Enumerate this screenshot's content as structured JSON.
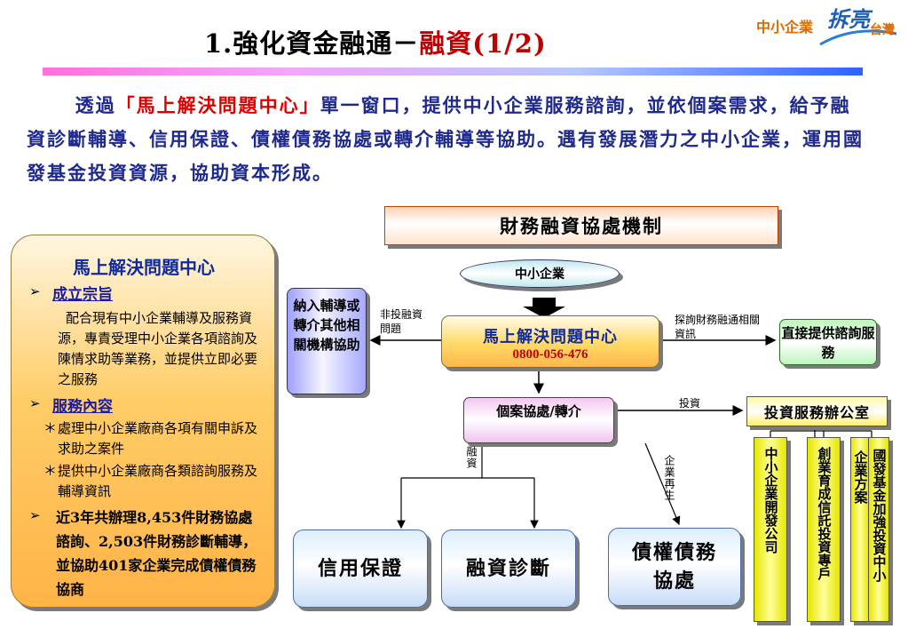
{
  "title": {
    "prefix": "1.強化資金融通－",
    "highlight": "融資(1/2)"
  },
  "logo": {
    "text_left": "中小企業",
    "text_script": "拆",
    "text_right": "台灣"
  },
  "intro": {
    "pre": "透過",
    "highlight": "「馬上解決問題中心」",
    "post": "單一窗口，提供中小企業服務諮詢，並依個案需求，給予融資診斷輔導、信用保證、債權債務協處或轉介輔導等協助。遇有發展潛力之中小企業，運用國發基金投資資源，協助資本形成。"
  },
  "mechanism_title": "財務融資協處機制",
  "panel": {
    "title": "馬上解決問題中心",
    "sections": [
      {
        "heading": "成立宗旨",
        "body": "配合現有中小企業輔導及服務資源，專責受理中小企業各項諮詢及陳情求助等業務，並提供立即必要之服務"
      },
      {
        "heading": "服務內容",
        "items": [
          "處理中小企業廠商各項有關申訴及求助之案件",
          "提供中小企業廠商各類諮詢服務及輔導資訊"
        ]
      }
    ],
    "stats": "近3年共辦理8,453件財務協處諮詢、2,503件財務診斷輔導，並協助401家企業完成債權債務協商",
    "bullet": "＊"
  },
  "flow": {
    "sme": "中小企業",
    "center_name": "馬上解決問題中心",
    "center_phone": "0800-056-476",
    "non_finance_label": "非投融資問題",
    "refer_box": "納入輔導或轉介其他相關機構協助",
    "inquiry_label": "探詢財務融通相關資訊",
    "direct_box": "直接提供諮詢服務",
    "case_box": "個案協處/轉介",
    "invest_label": "投資",
    "office_box": "投資服務辦公室",
    "investors": [
      "中小企業開發公司",
      "創業育成信託投資專戶",
      "企業方案",
      "國發基金加強投資中小"
    ],
    "finance_label": "融資",
    "rebirth_label": "企業再生",
    "outcomes": [
      "信用保證",
      "融資診斷",
      "債權債務協處"
    ]
  }
}
